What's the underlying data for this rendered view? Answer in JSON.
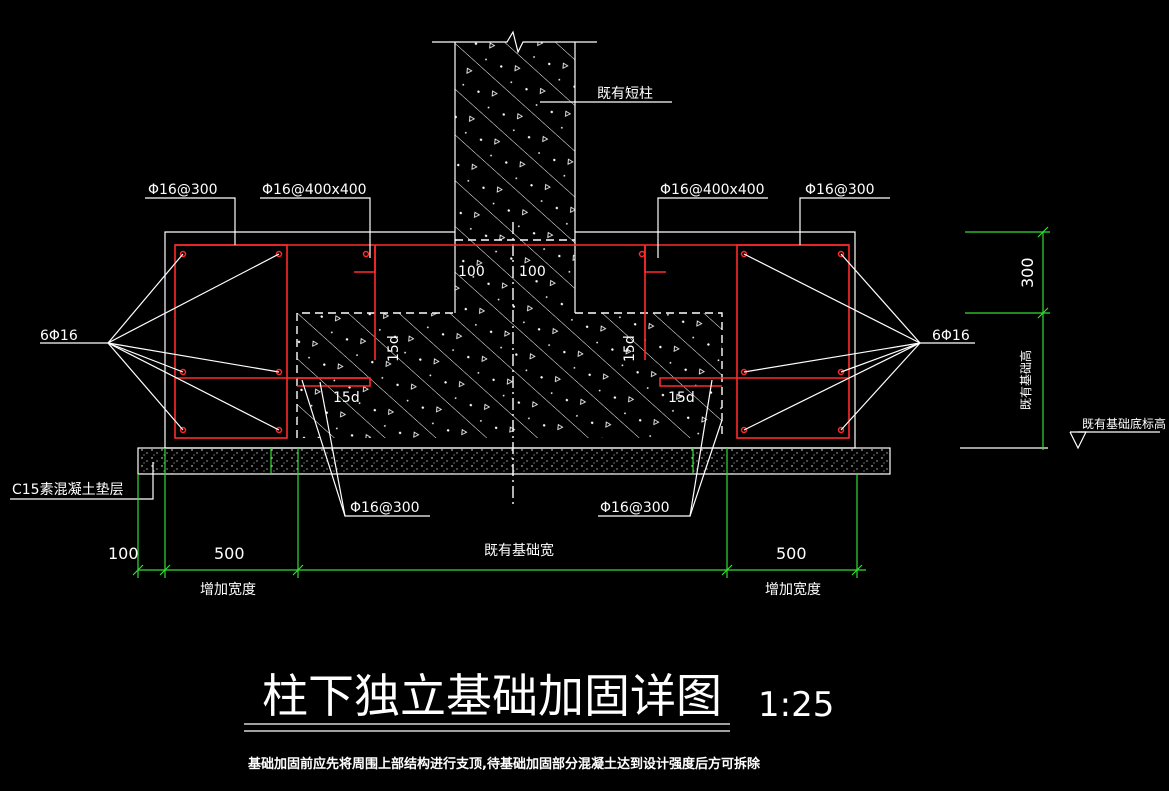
{
  "labels": {
    "existing_column": "既有短柱",
    "rebar_top_left": "Φ16@300",
    "rebar_top_left2": "Φ16@400x400",
    "rebar_top_right2": "Φ16@400x400",
    "rebar_top_right": "Φ16@300",
    "bars_left": "6Φ16",
    "bars_right": "6Φ16",
    "lap_100_left": "100",
    "lap_100_right": "100",
    "anchor_15d_v_left": "15d",
    "anchor_15d_h_left": "15d",
    "anchor_15d_v_right": "15d",
    "anchor_15d_h_right": "15d",
    "cushion": "C15素混凝土垫层",
    "rebar_bottom_left": "Φ16@300",
    "rebar_bottom_right": "Φ16@300",
    "existing_base_width": "既有基础宽",
    "existing_base_height": "既有基础高",
    "existing_base_bottom": "既有基础底标高",
    "increase_left": "增加宽度",
    "increase_right": "增加宽度"
  },
  "dimensions": {
    "d100": "100",
    "d500_left": "500",
    "d500_right": "500",
    "d300": "300"
  },
  "title": {
    "text": "柱下独立基础加固详图",
    "scale": "1:25",
    "note": "基础加固前应先将周围上部结构进行支顶,待基础加固部分混凝土达到设计强度后方可拆除"
  },
  "colors": {
    "background": "#000000",
    "lines": "#ffffff",
    "rebar": "#ff2a2a",
    "dimension": "#33dd33"
  }
}
